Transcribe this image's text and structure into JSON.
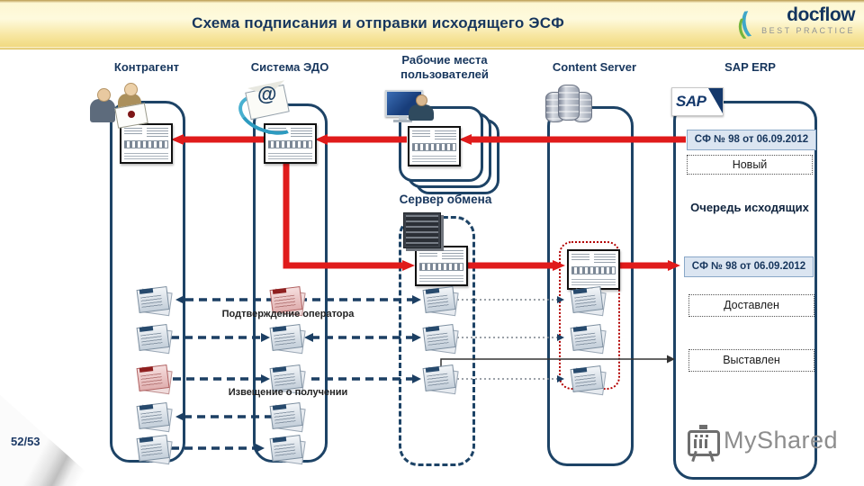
{
  "header": {
    "title": "Схема подписания и отправки исходящего ЭСФ",
    "logo": {
      "name": "docflow",
      "tagline": "BEST PRACTICE"
    }
  },
  "columns": [
    {
      "label": "Контрагент"
    },
    {
      "label": "Система ЭДО"
    },
    {
      "label": "Рабочие места пользователей"
    },
    {
      "label": "Content Server"
    },
    {
      "label": "SAP ERP"
    }
  ],
  "exchange_server_label": "Сервер обмена",
  "sap_lane": {
    "logo_text": "SAP",
    "invoice_ref_top": "СФ № 98 от 06.09.2012",
    "status_new": "Новый",
    "queue_title": "Очередь исходящих",
    "invoice_ref_bottom": "СФ № 98 от 06.09.2012",
    "status_delivered": "Доставлен",
    "status_issued": "Выставлен"
  },
  "flow_labels": {
    "operator_confirmation": "Подтверждение оператора",
    "receipt_notice": "Извещение о получении"
  },
  "watermark": "MyShared",
  "page_number": "52/53",
  "colors": {
    "accent_red": "#e01b1b",
    "lane_navy": "#1d4366",
    "header_gold": "#f0d87c",
    "invoice_box_fill": "#dbe5f1",
    "content_server_dotted": "#b30000"
  }
}
